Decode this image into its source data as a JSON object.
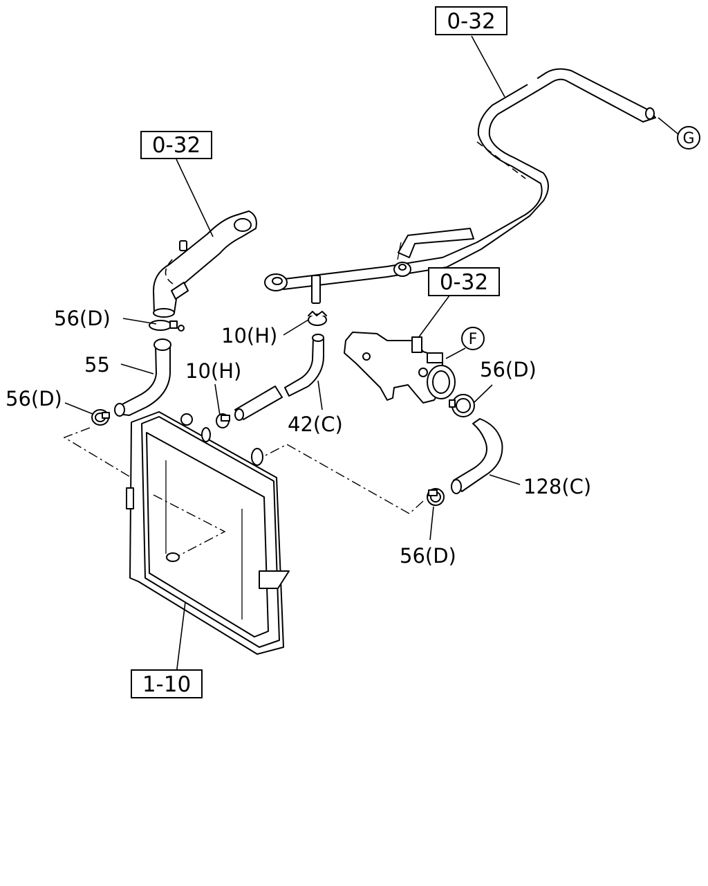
{
  "refs": {
    "top_right": "0-32",
    "upper_left": "0-32",
    "middle_right": "0-32",
    "radiator": "1-10"
  },
  "callouts": {
    "g": "G",
    "f": "F"
  },
  "labels": {
    "clamp_upper_left": "56(D)",
    "hose_55": "55",
    "clamp_left": "56(D)",
    "clamp_10h_upper": "10(H)",
    "clamp_10h_lower": "10(H)",
    "hose_42c": "42(C)",
    "clamp_right_upper": "56(D)",
    "hose_128c": "128(C)",
    "clamp_right_lower": "56(D)"
  }
}
